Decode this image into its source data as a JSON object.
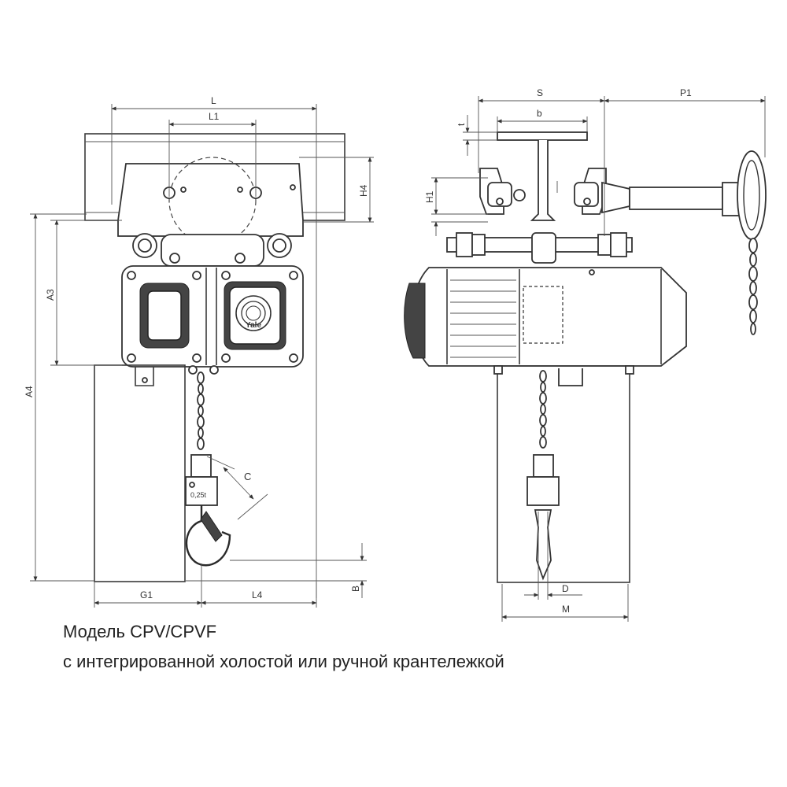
{
  "dimensions": {
    "L": "L",
    "L1": "L1",
    "H4": "H4",
    "A3": "A3",
    "A4": "A4",
    "C": "C",
    "G1": "G1",
    "L4": "L4",
    "B": "B",
    "S": "S",
    "P1": "P1",
    "b": "b",
    "t": "t",
    "H1": "H1",
    "D": "D",
    "M": "M"
  },
  "labels": {
    "brand": "Yale",
    "load": "0,25t"
  },
  "caption": {
    "line1": "Модель CPV/CPVF",
    "line2": "с интегрированной холостой или ручной крантележкой"
  }
}
